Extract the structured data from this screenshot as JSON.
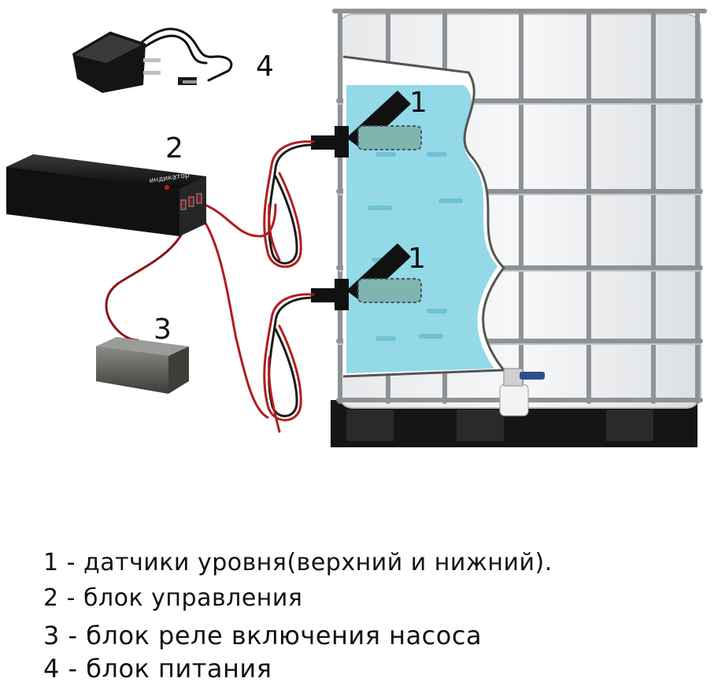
{
  "labels": {
    "sensor_top": "1",
    "sensor_bottom": "1",
    "control_unit": "2",
    "relay_unit": "3",
    "power_supply": "4"
  },
  "control_unit_text": "индикатор",
  "legend": [
    "1 - датчики уровня(верхний и нижний).",
    "2 - блок управления",
    "3 - блок реле включения насоса",
    "4 - блок питания"
  ]
}
